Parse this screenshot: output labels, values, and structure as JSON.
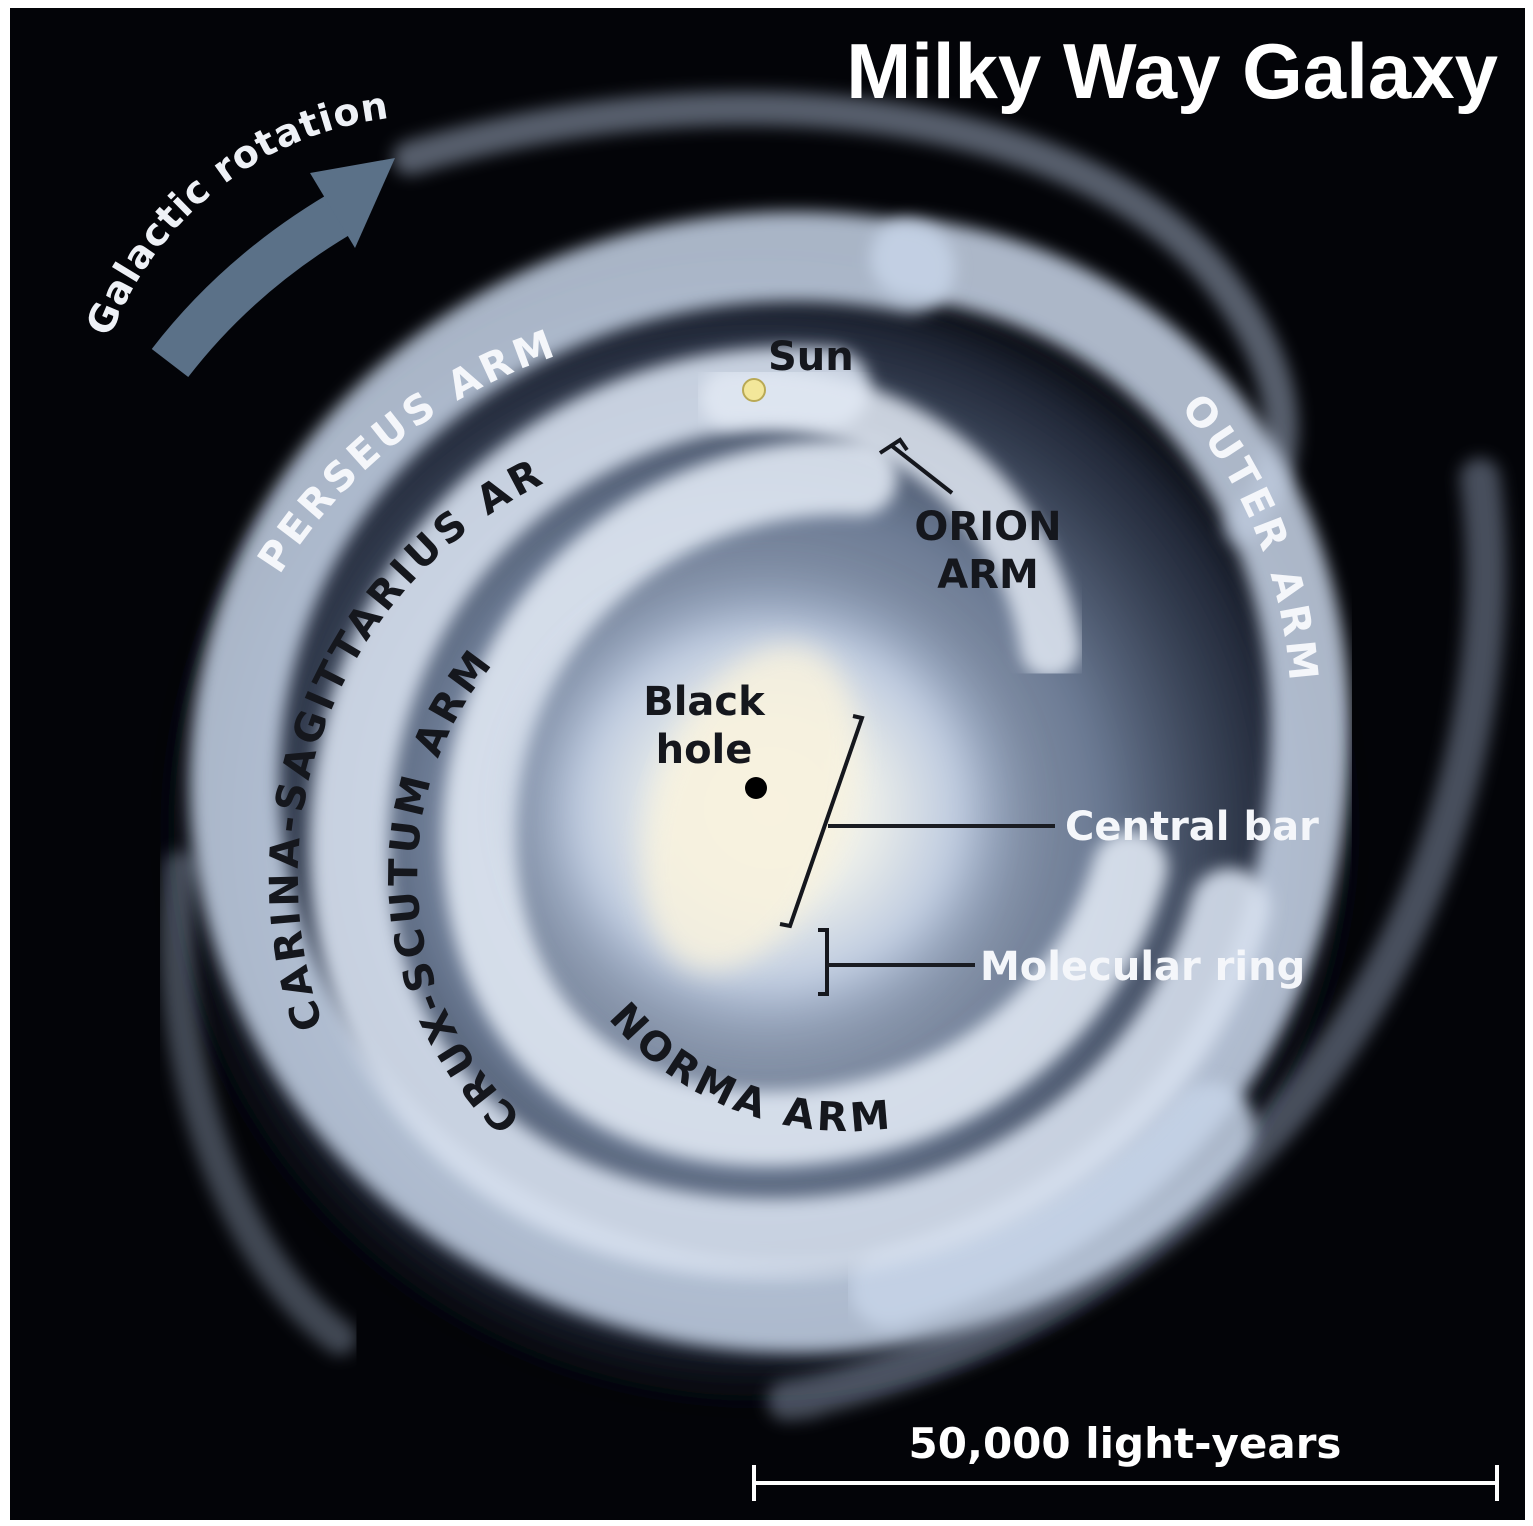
{
  "title": "Milky Way Galaxy",
  "labels": {
    "galactic_rotation": "Galactic rotation",
    "sun": "Sun",
    "orion_line1": "ORION",
    "orion_line2": "ARM",
    "outer_arm": "OUTER ARM",
    "perseus_arm": "PERSEUS ARM",
    "carina_sagittarius_arm": "CARINA-SAGITTARIUS ARM",
    "crux_scutum_arm": "CRUX-SCUTUM ARM",
    "norma_arm": "NORMA ARM",
    "black_hole_line1": "Black",
    "black_hole_line2": "hole",
    "central_bar": "Central bar",
    "molecular_ring": "Molecular ring"
  },
  "scale_bar": {
    "label": "50,000 light-years"
  },
  "colors": {
    "background": "#030408",
    "arm_glow": "#c9d6ea",
    "core": "#f6f0dc",
    "rotation_arrow": "#5b7188",
    "sun": "#f3e79a",
    "black_hole": "#000000"
  }
}
